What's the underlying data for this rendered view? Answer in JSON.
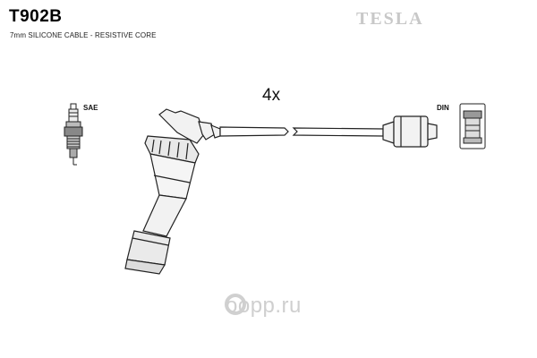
{
  "header": {
    "part_code": "T902B",
    "description": "7mm SILICONE CABLE - RESISTIVE CORE",
    "brand": "TESLA"
  },
  "diagram": {
    "quantity_label": "4x",
    "spark_plug_standard": "SAE",
    "distributor_standard": "DIN"
  },
  "watermark": {
    "text": "oopp.ru"
  }
}
